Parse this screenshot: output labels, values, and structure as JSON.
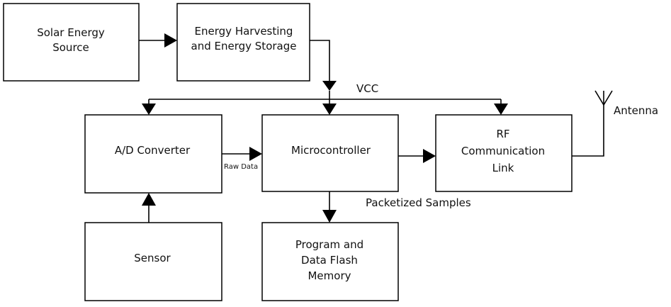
{
  "blocks": {
    "solar": [
      "Solar Energy",
      "Source"
    ],
    "harvest": [
      "Energy Harvesting",
      "and Energy Storage"
    ],
    "adc": [
      "A/D Converter"
    ],
    "mcu": [
      "Microcontroller"
    ],
    "rf": [
      "RF",
      "Communication",
      "Link"
    ],
    "sensor": [
      "Sensor"
    ],
    "flash": [
      "Program and",
      "Data Flash",
      "Memory"
    ]
  },
  "labels": {
    "vcc": "VCC",
    "antenna": "Antenna",
    "raw_data": "Raw Data",
    "packetized": "Packetized Samples"
  },
  "colors": {
    "stroke": "#000000",
    "shadow": "#d4d4d4",
    "fill": "#ffffff"
  }
}
